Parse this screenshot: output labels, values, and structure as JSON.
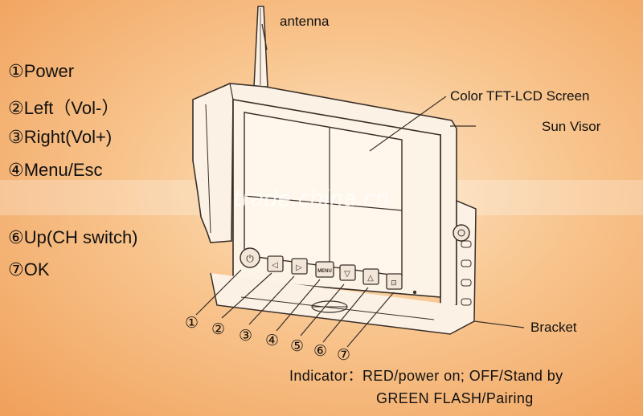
{
  "legend": [
    "①Power",
    "②Left（Vol-）",
    "③Right(Vol+)",
    "④Menu/Esc",
    "⑥Up(CH switch)",
    "⑦OK"
  ],
  "callouts": {
    "antenna": "antenna",
    "screen": "Color TFT-LCD  Screen",
    "visor": "Sun Visor",
    "bracket": "Bracket"
  },
  "button_numbers": [
    "①",
    "②",
    "③",
    "④",
    "⑤",
    "⑥",
    "⑦"
  ],
  "menu_button_label": "MENU",
  "indicator_note": [
    "Indicator：RED/power on; OFF/Stand by",
    "GREEN FLASH/Pairing"
  ],
  "watermark": "trade.china.cn",
  "colors": {
    "line": "#3a2f28",
    "monitor_fill": "#fbf1e4",
    "screen_fill": "#fff6ea",
    "button_fill": "#f2e6d8"
  }
}
